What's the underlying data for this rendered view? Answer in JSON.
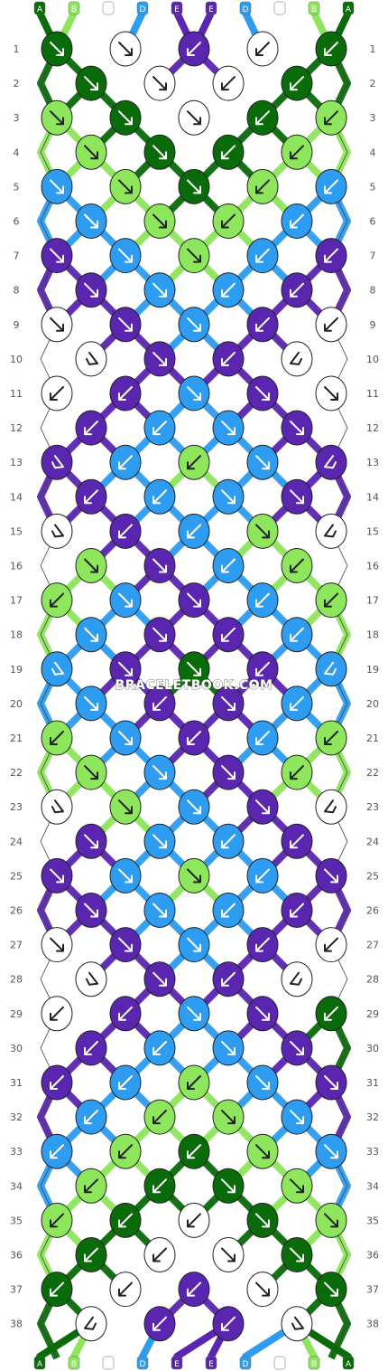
{
  "watermark": "BRACELETBOOK.COM",
  "colors": {
    "A": "#0a6b0a",
    "B": "#8ee65c",
    "C": "#ffffff",
    "D": "#2e9cf0",
    "E": "#5a26b0"
  },
  "strands": [
    "A",
    "B",
    "C",
    "D",
    "E",
    "E",
    "D",
    "C",
    "B",
    "A"
  ],
  "row_labels": [
    "1",
    "2",
    "3",
    "4",
    "5",
    "6",
    "7",
    "8",
    "9",
    "10",
    "11",
    "12",
    "13",
    "14",
    "15",
    "16",
    "17",
    "18",
    "19",
    "20",
    "21",
    "22",
    "23",
    "24",
    "25",
    "26",
    "27",
    "28",
    "29",
    "30",
    "31",
    "32",
    "33",
    "34",
    "35",
    "36",
    "37",
    "38"
  ],
  "knot_rows": [
    [
      [
        "A",
        "R"
      ],
      [
        "C",
        "R"
      ],
      [
        "E",
        "L"
      ],
      [
        "C",
        "L"
      ],
      [
        "A",
        "L"
      ]
    ],
    [
      [
        "A",
        "R"
      ],
      [
        "C",
        "R"
      ],
      [
        "C",
        "L"
      ],
      [
        "A",
        "L"
      ]
    ],
    [
      [
        "B",
        "R"
      ],
      [
        "A",
        "R"
      ],
      [
        "C",
        "R"
      ],
      [
        "A",
        "L"
      ],
      [
        "B",
        "L"
      ]
    ],
    [
      [
        "B",
        "R"
      ],
      [
        "A",
        "R"
      ],
      [
        "A",
        "L"
      ],
      [
        "B",
        "L"
      ]
    ],
    [
      [
        "D",
        "R"
      ],
      [
        "B",
        "R"
      ],
      [
        "A",
        "R"
      ],
      [
        "B",
        "L"
      ],
      [
        "D",
        "L"
      ]
    ],
    [
      [
        "D",
        "R"
      ],
      [
        "B",
        "R"
      ],
      [
        "B",
        "L"
      ],
      [
        "D",
        "L"
      ]
    ],
    [
      [
        "E",
        "R"
      ],
      [
        "D",
        "R"
      ],
      [
        "B",
        "R"
      ],
      [
        "D",
        "L"
      ],
      [
        "E",
        "L"
      ]
    ],
    [
      [
        "E",
        "R"
      ],
      [
        "D",
        "R"
      ],
      [
        "D",
        "L"
      ],
      [
        "E",
        "L"
      ]
    ],
    [
      [
        "C",
        "R"
      ],
      [
        "E",
        "R"
      ],
      [
        "D",
        "R"
      ],
      [
        "E",
        "L"
      ],
      [
        "C",
        "L"
      ]
    ],
    [
      [
        "C",
        "r"
      ],
      [
        "E",
        "R"
      ],
      [
        "E",
        "L"
      ],
      [
        "C",
        "l"
      ]
    ],
    [
      [
        "C",
        "L"
      ],
      [
        "E",
        "L"
      ],
      [
        "D",
        "R"
      ],
      [
        "E",
        "R"
      ],
      [
        "C",
        "R"
      ]
    ],
    [
      [
        "E",
        "L"
      ],
      [
        "D",
        "L"
      ],
      [
        "D",
        "R"
      ],
      [
        "E",
        "R"
      ]
    ],
    [
      [
        "E",
        "r"
      ],
      [
        "D",
        "L"
      ],
      [
        "B",
        "L"
      ],
      [
        "D",
        "R"
      ],
      [
        "E",
        "l"
      ]
    ],
    [
      [
        "E",
        "L"
      ],
      [
        "D",
        "L"
      ],
      [
        "D",
        "R"
      ],
      [
        "E",
        "R"
      ]
    ],
    [
      [
        "C",
        "r"
      ],
      [
        "E",
        "L"
      ],
      [
        "D",
        "L"
      ],
      [
        "B",
        "R"
      ],
      [
        "C",
        "l"
      ]
    ],
    [
      [
        "B",
        "R"
      ],
      [
        "E",
        "R"
      ],
      [
        "D",
        "L"
      ],
      [
        "B",
        "L"
      ]
    ],
    [
      [
        "B",
        "L"
      ],
      [
        "D",
        "R"
      ],
      [
        "E",
        "R"
      ],
      [
        "D",
        "L"
      ],
      [
        "B",
        "L"
      ]
    ],
    [
      [
        "D",
        "R"
      ],
      [
        "E",
        "R"
      ],
      [
        "E",
        "L"
      ],
      [
        "D",
        "L"
      ]
    ],
    [
      [
        "D",
        "r"
      ],
      [
        "E",
        "R"
      ],
      [
        "A",
        "R"
      ],
      [
        "E",
        "L"
      ],
      [
        "D",
        "l"
      ]
    ],
    [
      [
        "D",
        "R"
      ],
      [
        "E",
        "L"
      ],
      [
        "E",
        "R"
      ],
      [
        "D",
        "L"
      ]
    ],
    [
      [
        "B",
        "L"
      ],
      [
        "D",
        "R"
      ],
      [
        "E",
        "L"
      ],
      [
        "D",
        "L"
      ],
      [
        "B",
        "L"
      ]
    ],
    [
      [
        "B",
        "R"
      ],
      [
        "D",
        "R"
      ],
      [
        "E",
        "R"
      ],
      [
        "B",
        "L"
      ]
    ],
    [
      [
        "C",
        "r"
      ],
      [
        "B",
        "R"
      ],
      [
        "D",
        "R"
      ],
      [
        "E",
        "R"
      ],
      [
        "C",
        "l"
      ]
    ],
    [
      [
        "E",
        "R"
      ],
      [
        "D",
        "R"
      ],
      [
        "D",
        "L"
      ],
      [
        "E",
        "L"
      ]
    ],
    [
      [
        "E",
        "R"
      ],
      [
        "D",
        "R"
      ],
      [
        "B",
        "R"
      ],
      [
        "D",
        "L"
      ],
      [
        "E",
        "R"
      ]
    ],
    [
      [
        "E",
        "R"
      ],
      [
        "D",
        "R"
      ],
      [
        "D",
        "L"
      ],
      [
        "E",
        "L"
      ]
    ],
    [
      [
        "C",
        "R"
      ],
      [
        "E",
        "R"
      ],
      [
        "D",
        "R"
      ],
      [
        "E",
        "L"
      ],
      [
        "C",
        "L"
      ]
    ],
    [
      [
        "C",
        "r"
      ],
      [
        "E",
        "R"
      ],
      [
        "E",
        "L"
      ],
      [
        "C",
        "l"
      ]
    ],
    [
      [
        "C",
        "L"
      ],
      [
        "E",
        "L"
      ],
      [
        "D",
        "R"
      ],
      [
        "E",
        "R"
      ],
      [
        "A",
        "L"
      ]
    ],
    [
      [
        "E",
        "L"
      ],
      [
        "D",
        "L"
      ],
      [
        "D",
        "R"
      ],
      [
        "E",
        "R"
      ]
    ],
    [
      [
        "E",
        "L"
      ],
      [
        "D",
        "L"
      ],
      [
        "B",
        "L"
      ],
      [
        "D",
        "R"
      ],
      [
        "E",
        "R"
      ]
    ],
    [
      [
        "D",
        "L"
      ],
      [
        "B",
        "L"
      ],
      [
        "B",
        "R"
      ],
      [
        "D",
        "R"
      ]
    ],
    [
      [
        "D",
        "L"
      ],
      [
        "B",
        "L"
      ],
      [
        "A",
        "L"
      ],
      [
        "B",
        "R"
      ],
      [
        "D",
        "R"
      ]
    ],
    [
      [
        "B",
        "L"
      ],
      [
        "A",
        "L"
      ],
      [
        "A",
        "R"
      ],
      [
        "B",
        "R"
      ]
    ],
    [
      [
        "B",
        "L"
      ],
      [
        "A",
        "L"
      ],
      [
        "C",
        "L"
      ],
      [
        "A",
        "R"
      ],
      [
        "B",
        "R"
      ]
    ],
    [
      [
        "A",
        "L"
      ],
      [
        "C",
        "L"
      ],
      [
        "C",
        "R"
      ],
      [
        "A",
        "R"
      ]
    ],
    [
      [
        "A",
        "L"
      ],
      [
        "C",
        "L"
      ],
      [
        "E",
        "L"
      ],
      [
        "C",
        "R"
      ],
      [
        "A",
        "R"
      ]
    ],
    [
      [
        "C",
        "l"
      ],
      [
        "E",
        "L"
      ],
      [
        "E",
        "L"
      ],
      [
        "C",
        "r"
      ]
    ]
  ]
}
